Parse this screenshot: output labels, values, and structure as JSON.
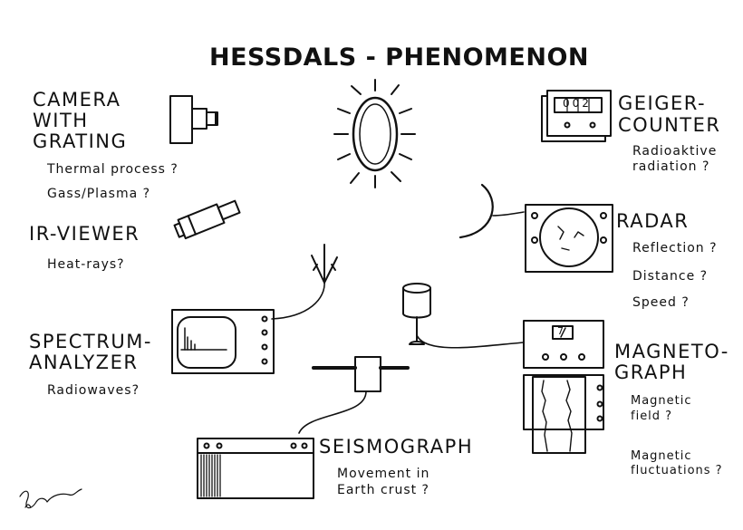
{
  "title": "HESSDALS - PHENOMENON",
  "instruments": {
    "camera": {
      "name_lines": [
        "CAMERA",
        "WITH",
        "GRATING"
      ],
      "notes": [
        "Thermal process ?",
        "Gass/Plasma ?"
      ]
    },
    "ir_viewer": {
      "name": "IR-VIEWER",
      "notes": [
        "Heat-rays?"
      ]
    },
    "spectrum": {
      "name_lines": [
        "SPECTRUM-",
        "ANALYZER"
      ],
      "notes": [
        "Radiowaves?"
      ]
    },
    "seismograph": {
      "name": "SEISMOGRAPH",
      "notes": [
        "Movement in",
        "Earth crust ?"
      ]
    },
    "geiger": {
      "name_lines": [
        "GEIGER-",
        "COUNTER"
      ],
      "notes": [
        "Radioaktive",
        "radiation ?"
      ],
      "display": "002"
    },
    "radar": {
      "name": "RADAR",
      "notes": [
        "Reflection ?",
        "Distance ?",
        "Speed ?"
      ]
    },
    "magnetograph": {
      "name_lines": [
        "MAGNETO-",
        "GRAPH"
      ],
      "notes": [
        "Magnetic",
        "field ?",
        "Magnetic",
        "fluctuations ?"
      ],
      "display": "7"
    }
  },
  "icons": {
    "phenomenon": "glowing-light-icon",
    "camera": "camera-icon",
    "ir_viewer": "ir-viewer-icon",
    "antenna": "antenna-icon",
    "spectrum": "spectrum-analyzer-icon",
    "seismometer": "seismometer-sensor-icon",
    "seismograph": "seismograph-recorder-icon",
    "geiger": "geiger-counter-icon",
    "radar_dish": "radar-dish-icon",
    "radar_screen": "radar-screen-icon",
    "magnetometer": "magnetometer-sensor-icon",
    "magnetograph": "magnetograph-recorder-icon",
    "signature": "signature-icon"
  },
  "colors": {
    "ink": "#111111",
    "background": "#ffffff"
  }
}
